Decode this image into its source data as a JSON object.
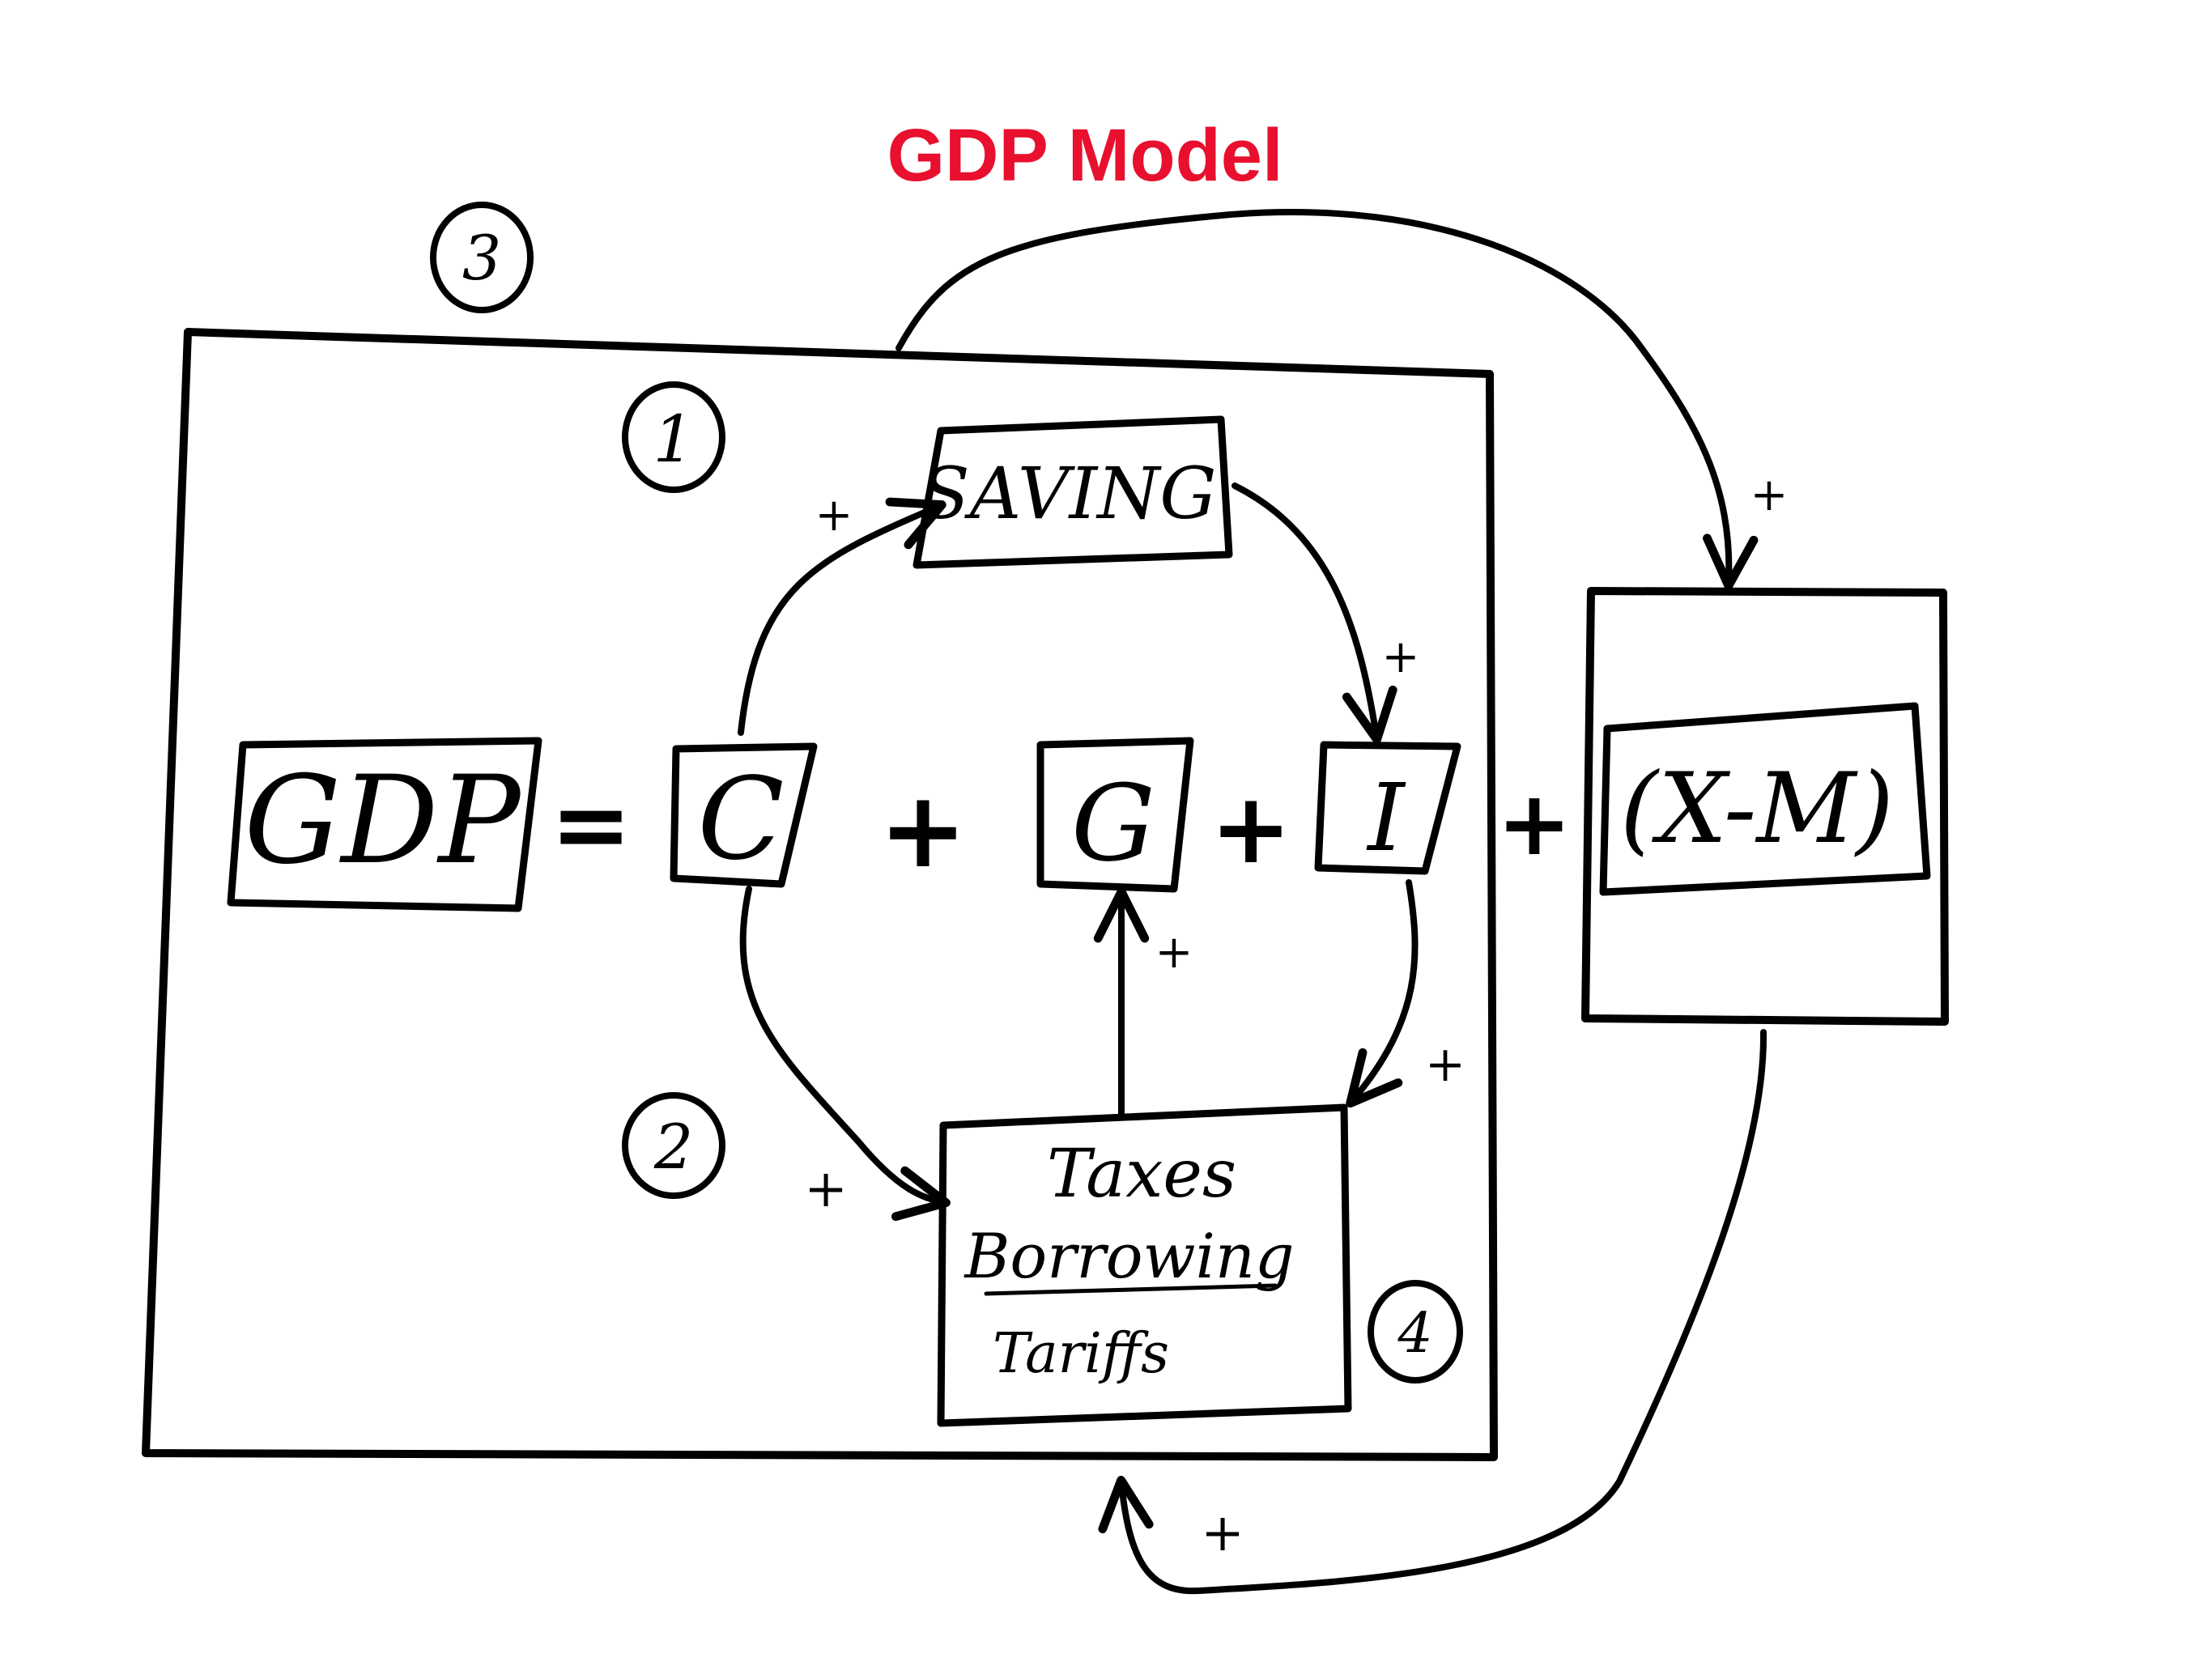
{
  "title": "GDP Model",
  "colors": {
    "title": "#e8102e",
    "ink": "#000000",
    "background": "#ffffff"
  },
  "equation": {
    "gdp": "GDP",
    "equals": "=",
    "c": "C",
    "g": "G",
    "i": "I",
    "plus": "+",
    "net_exports": "(X-M)"
  },
  "boxes": {
    "saving": "SAVING",
    "taxes": "Taxes",
    "borrowing": "Borrowing",
    "tariffs": "Tariffs"
  },
  "markers": [
    "1",
    "2",
    "3",
    "4"
  ],
  "link_sign": "+"
}
